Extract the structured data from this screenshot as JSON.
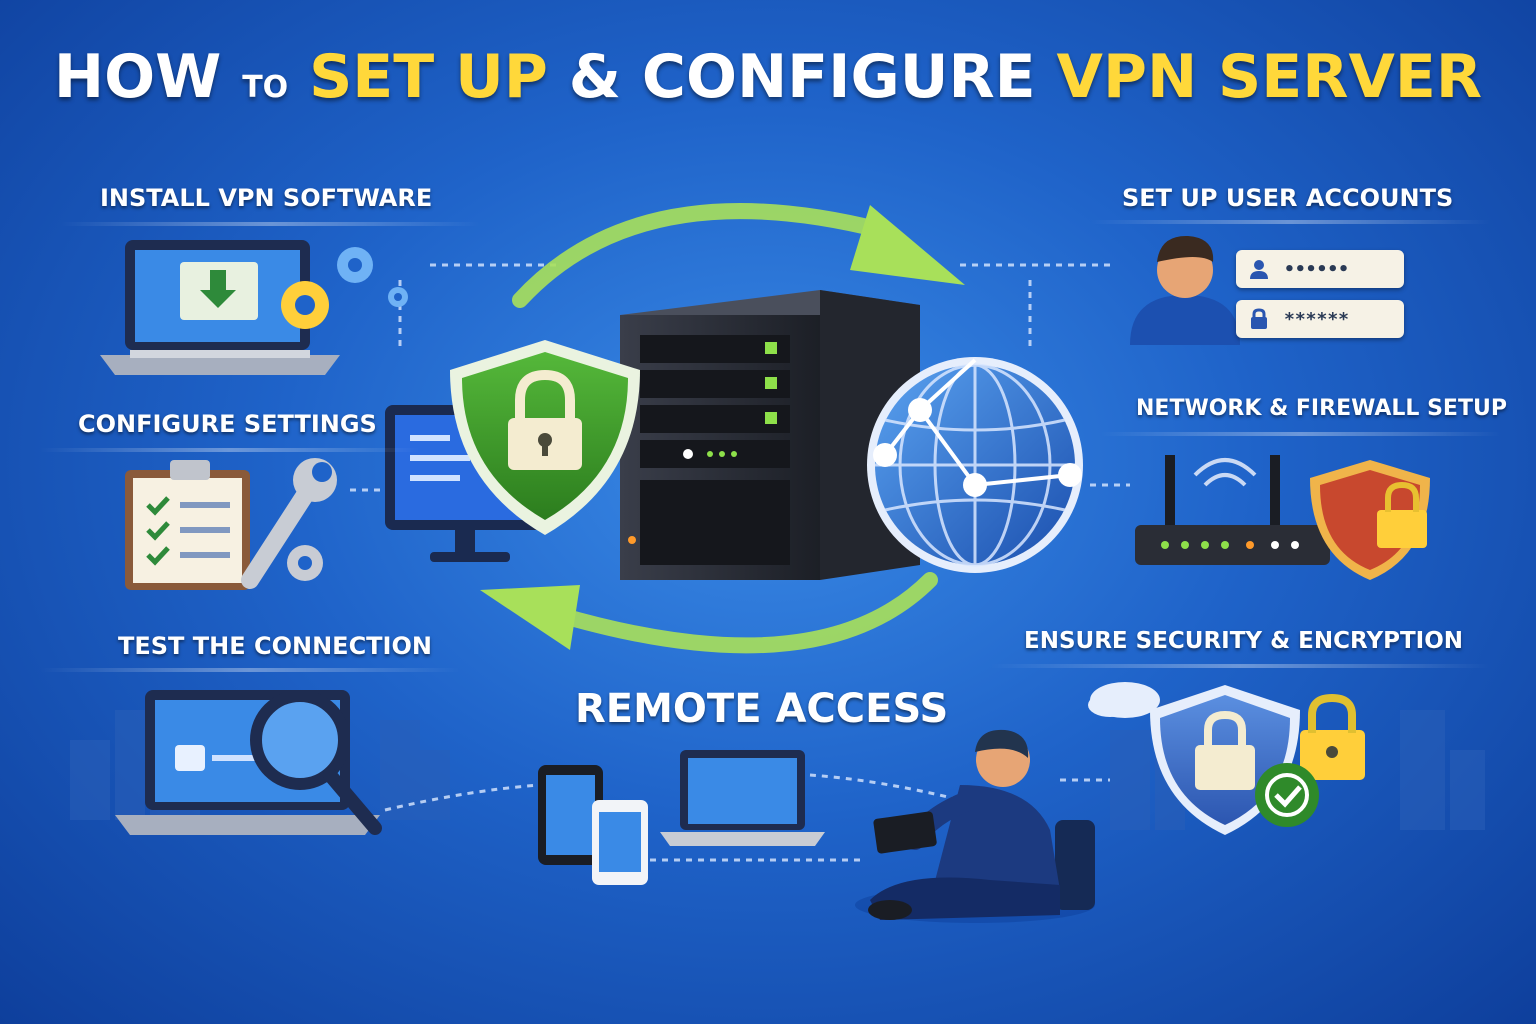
{
  "title": {
    "how": "HOW",
    "to": "TO",
    "setup": "SET UP",
    "amp": "&",
    "configure": "CONFIGURE",
    "vpn_server": "VPN SERVER"
  },
  "steps": {
    "install": "INSTALL VPN SOFTWARE",
    "configure": "CONFIGURE SETTINGS",
    "test": "TEST THE CONNECTION",
    "accounts": "SET UP USER ACCOUNTS",
    "network": "NETWORK & FIREWALL SETUP",
    "security": "ENSURE SECURITY & ENCRYPTION"
  },
  "center_label": "REMOTE ACCESS",
  "login_fields": {
    "username_mask": "••••••",
    "password_mask": "******"
  },
  "colors": {
    "background": "#1f63c9",
    "title_accent": "#ffd83a",
    "arrow_green": "#a8e05a",
    "shield_green": "#3a9a2a",
    "server_dark": "#2a2d36"
  },
  "icons": [
    "laptop-download-icon",
    "gear-icon",
    "clipboard-checklist-icon",
    "wrench-icon",
    "laptop-magnifier-icon",
    "shield-lock-icon",
    "server-icon",
    "globe-network-icon",
    "monitor-icon",
    "user-avatar-icon",
    "router-icon",
    "firewall-shield-icon",
    "security-shield-icon",
    "padlock-icon",
    "checkmark-icon",
    "phone-icon",
    "tablet-icon",
    "person-with-tablet-icon",
    "cloud-icon"
  ]
}
